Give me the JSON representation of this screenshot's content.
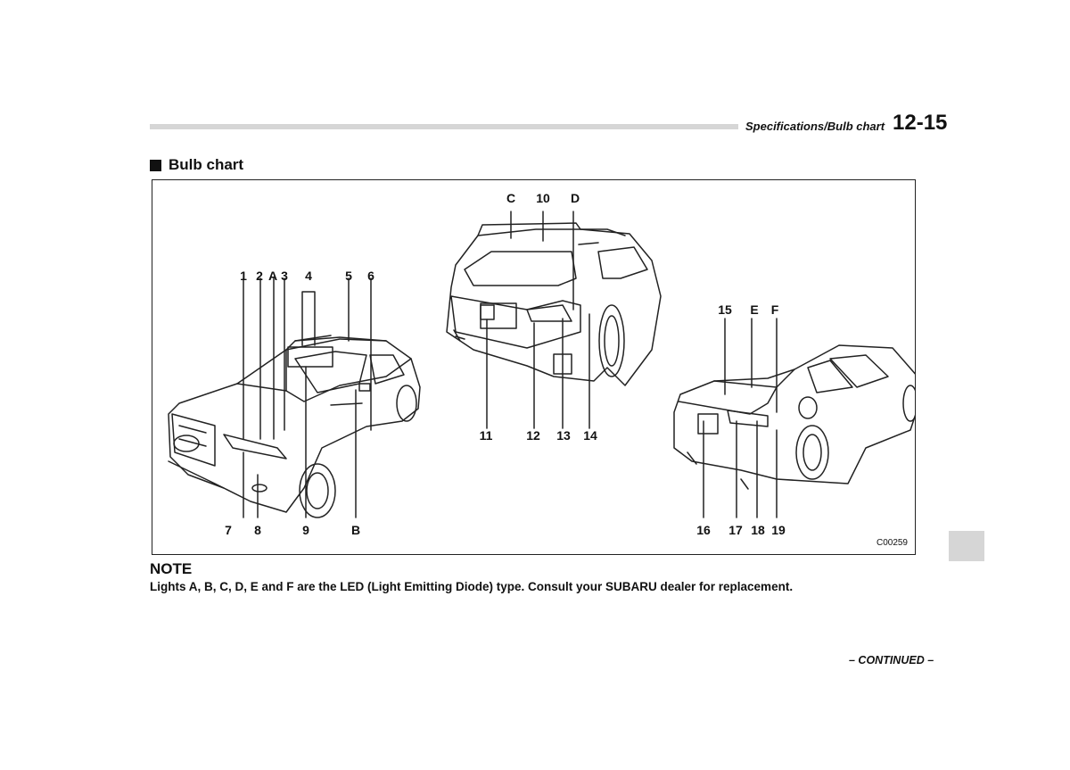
{
  "header": {
    "section": "Specifications/Bulb chart",
    "page": "12-15"
  },
  "section_title": "Bulb chart",
  "figure": {
    "code": "C00259",
    "labels": {
      "front_top": [
        "1",
        "2",
        "A",
        "3",
        "4",
        "5",
        "6"
      ],
      "front_bottom": [
        "7",
        "8",
        "9",
        "B"
      ],
      "wagon_top": [
        "C",
        "10",
        "D"
      ],
      "wagon_bottom": [
        "11",
        "12",
        "13",
        "14"
      ],
      "sedan_top": [
        "15",
        "E",
        "F"
      ],
      "sedan_bottom": [
        "16",
        "17",
        "18",
        "19"
      ]
    }
  },
  "note": {
    "title": "NOTE",
    "text": "Lights A, B, C, D, E and F are the LED (Light Emitting Diode) type. Consult your SUBARU dealer for replacement."
  },
  "footer": {
    "continued": "– CONTINUED –"
  }
}
